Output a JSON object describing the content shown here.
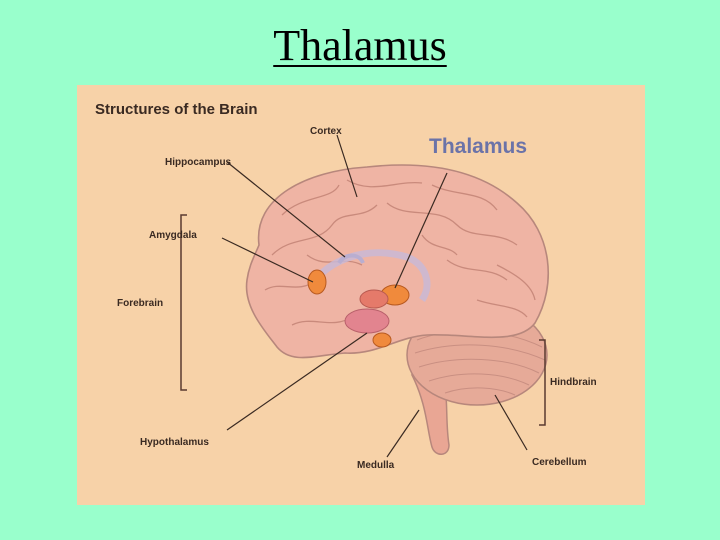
{
  "slide": {
    "title": "Thalamus"
  },
  "figure": {
    "heading": "Structures of the Brain",
    "highlight": "Thalamus",
    "labels": {
      "cortex": "Cortex",
      "hippocampus": "Hippocampus",
      "amygdala": "Amygdala",
      "forebrain": "Forebrain",
      "hypothalamus": "Hypothalamus",
      "medulla": "Medulla",
      "hindbrain": "Hindbrain",
      "cerebellum": "Cerebellum"
    }
  },
  "colors": {
    "background": "#99ffcc",
    "panel": "#f7d2a8",
    "highlight_text": "#6b73a8",
    "brain": "#efb4a4",
    "brain_outline": "#b7877c",
    "structures": "#f08a3c"
  }
}
